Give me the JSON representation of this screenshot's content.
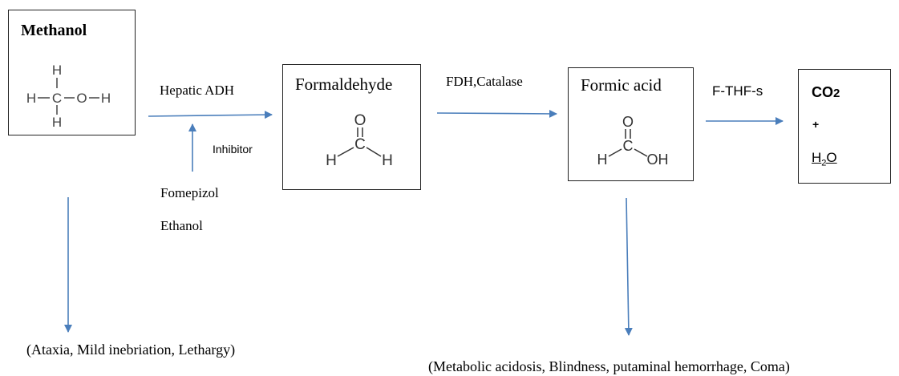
{
  "nodes": {
    "methanol": {
      "title": "Methanol"
    },
    "formaldehyde": {
      "title": "Formaldehyde"
    },
    "formic_acid": {
      "title": "Formic acid"
    },
    "products": {
      "co2": "CO",
      "co2_sub": "2",
      "plus": "+",
      "water": "H",
      "water_sub": "2",
      "water_o": "O"
    }
  },
  "structures": {
    "methanol": {
      "h": "H",
      "c": "C",
      "o": "O"
    },
    "formaldehyde": {
      "h": "H",
      "c": "C",
      "o": "O"
    },
    "formic_acid": {
      "h": "H",
      "c": "C",
      "o": "O",
      "oh": "OH"
    }
  },
  "labels": {
    "enzyme1": "Hepatic ADH",
    "inhibitor": "Inhibitor",
    "fomepizol": "Fomepizol",
    "ethanol": "Ethanol",
    "enzyme2": "FDH,Catalase",
    "enzyme3": "F-THF-s",
    "effects_methanol": "(Ataxia, Mild inebriation, Lethargy)",
    "effects_formic": "(Metabolic acidosis, Blindness, putaminal hemorrhage, Coma)"
  },
  "colors": {
    "arrow": "#4a7ebb",
    "border": "#222222"
  }
}
